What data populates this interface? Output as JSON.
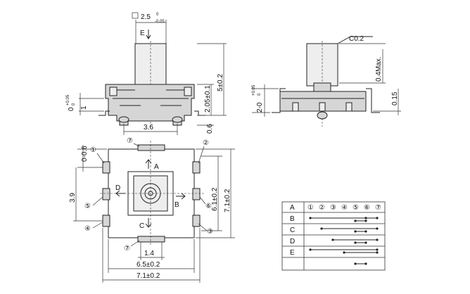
{
  "front_view": {
    "dim_top": "2.5",
    "dim_top_tol_upper": "0",
    "dim_top_tol_lower": "-0.05",
    "label_E": "E",
    "dim_height": "5±0.2",
    "dim_mid": "2.05±0.1",
    "dim_left_small": "0",
    "dim_left_small_tol_upper": "+0.05",
    "dim_left_small_tol_lower": "0",
    "dim_left_one": "1",
    "dim_width": "3.6",
    "dim_right_small": "0.6"
  },
  "side_view": {
    "chamfer": "C0.2",
    "dim_max": "0.4Max.",
    "dim_left": "2-0",
    "dim_left_tol_upper": "+0.05",
    "dim_left_tol_lower": "0",
    "dim_right": "0.15"
  },
  "top_view": {
    "dim_top_left": "0-0.6",
    "dim_left": "3.9",
    "dim_inner_h": "6.1±0.2",
    "dim_outer_h": "7.1±0.2",
    "dim_bottom_small": "1.4",
    "dim_inner_w": "6.5±0.2",
    "dim_outer_w": "7.1±0.2",
    "dir_A": "A",
    "dir_B": "B",
    "dir_C": "C",
    "dir_D": "D",
    "pin_1": "①",
    "pin_2": "②",
    "pin_3": "③",
    "pin_4": "④",
    "pin_5": "⑤",
    "pin_6": "⑥",
    "pin_7": "⑦"
  },
  "table": {
    "headers": [
      "A",
      "①",
      "②",
      "③",
      "④",
      "⑤",
      "⑥",
      "⑦"
    ],
    "rows": [
      "B",
      "C",
      "D",
      "E"
    ]
  }
}
